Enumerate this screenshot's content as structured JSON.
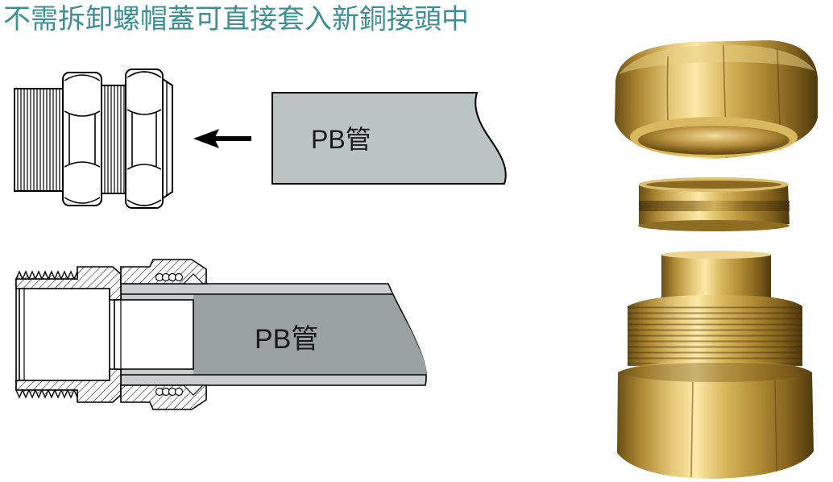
{
  "title": "不需拆卸螺帽蓋可直接套入新銅接頭中",
  "diagrams": {
    "side_view": {
      "pipe_label": "PB管",
      "arrow_icon": "arrow-left-icon"
    },
    "cross_section": {
      "pipe_label": "PB管"
    }
  },
  "colors": {
    "title": "#3e8f93",
    "pipe_wall": "#bcc3c3",
    "pipe_bore": "#9ca1a4",
    "brass": "#c9a54a"
  }
}
